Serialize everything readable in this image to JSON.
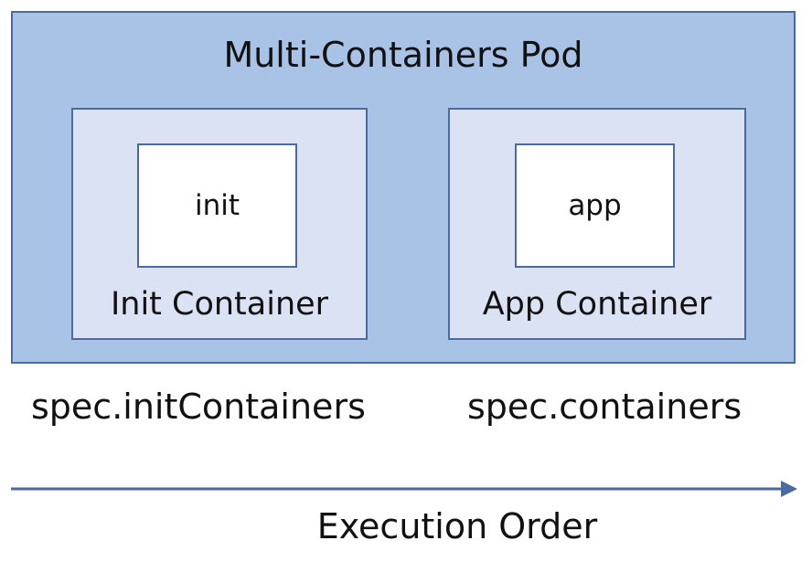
{
  "pod": {
    "title": "Multi-Containers Pod"
  },
  "init_container": {
    "inner_label": "init",
    "label": "Init Container",
    "spec": "spec.initContainers"
  },
  "app_container": {
    "inner_label": "app",
    "label": "App Container",
    "spec": "spec.containers"
  },
  "execution": {
    "label": "Execution Order"
  },
  "colors": {
    "pod_fill": "#a9c3e6",
    "container_fill": "#dbe2f3",
    "border": "#4a6aa0",
    "arrow": "#4a6aa0"
  }
}
